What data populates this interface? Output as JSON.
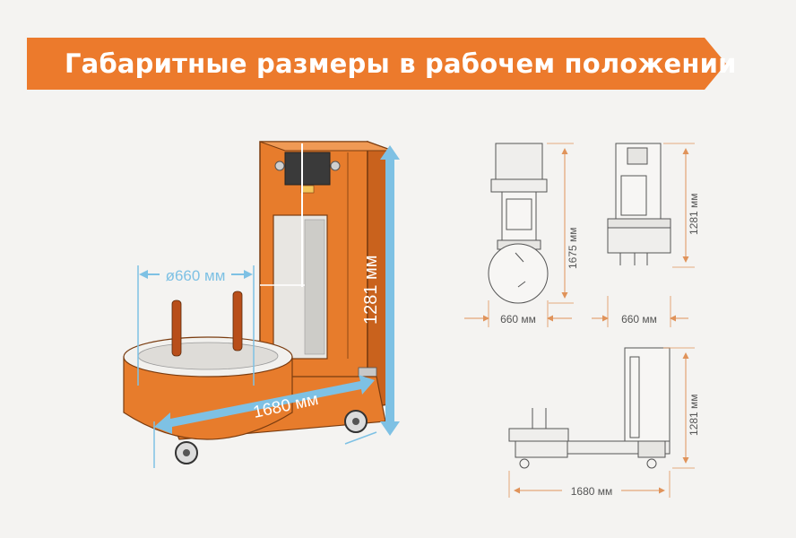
{
  "banner": {
    "title": "Габаритные размеры в рабочем положении",
    "color": "#ec7a2c"
  },
  "main_view": {
    "diameter_label": "ø660 мм",
    "height_label": "1281 мм",
    "length_label": "1680 мм",
    "arrow_color": "#7ec1e4",
    "machine_color": "#e77c2c"
  },
  "front_view": {
    "height_label": "1675 мм",
    "width_label": "660 мм"
  },
  "side_view": {
    "height_label": "1281 мм",
    "width_label": "660 мм"
  },
  "bottom_view": {
    "height_label": "1281 мм",
    "length_label": "1680 мм"
  },
  "dimension_color": "#e0935a"
}
